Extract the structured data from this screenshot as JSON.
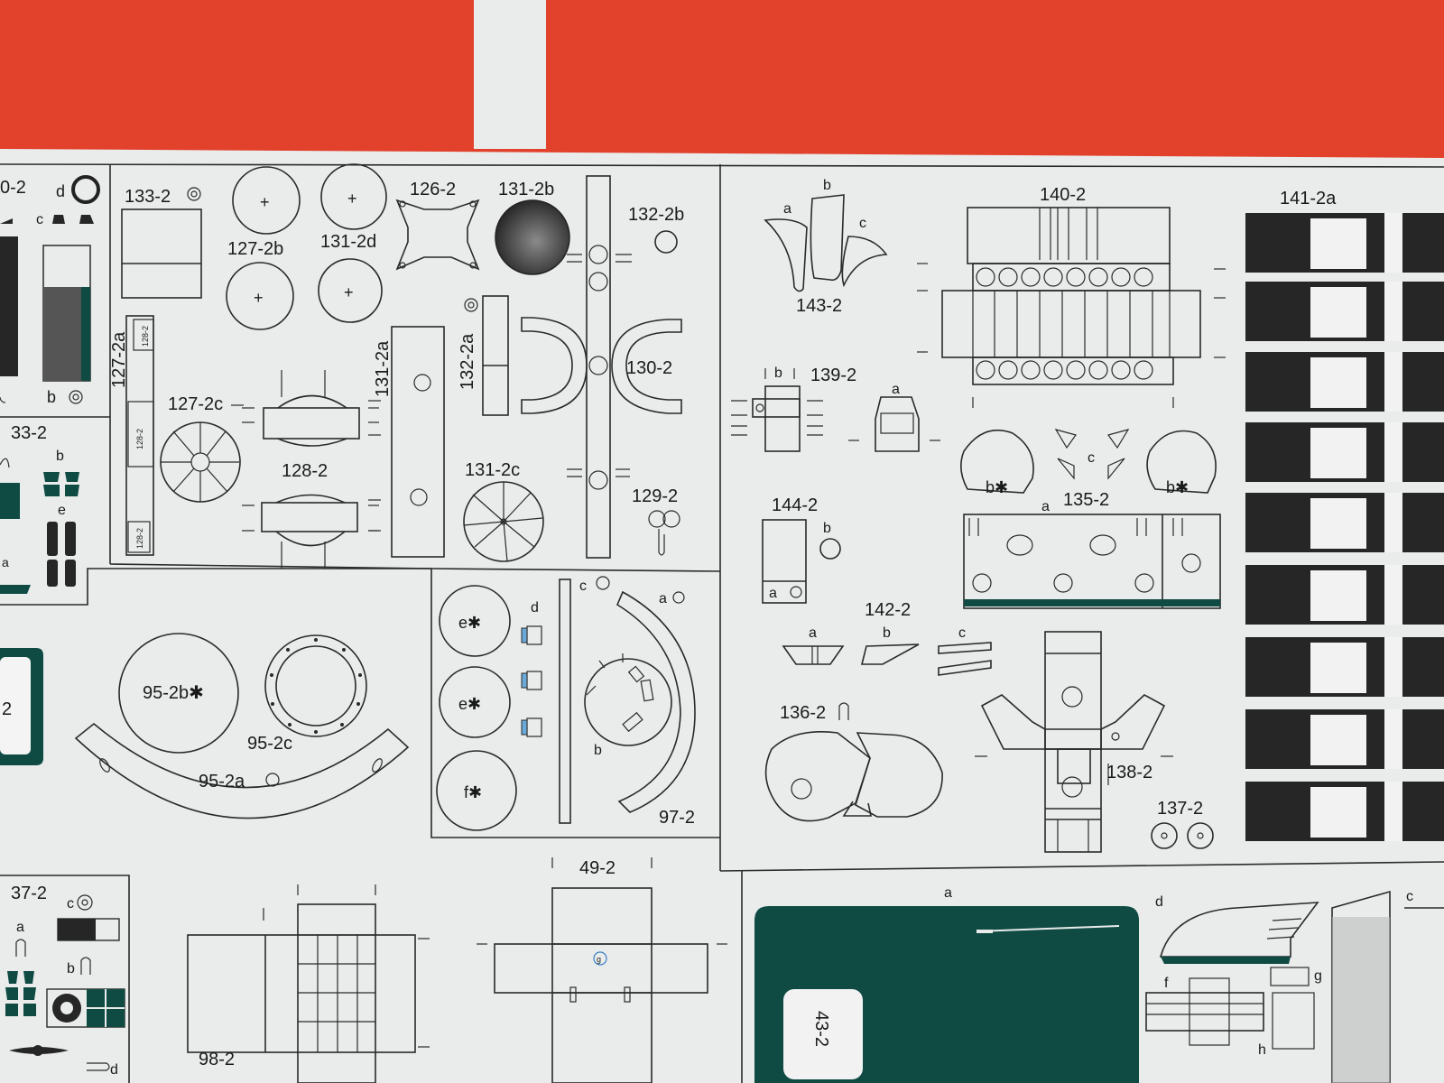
{
  "colors": {
    "background": "#e2412c",
    "paper": "#e9eceb",
    "ink": "#2a2a2a",
    "teal": "#0f4b43",
    "dark": "#262626",
    "blue": "#3a7fc4"
  },
  "labels": {
    "l0_2": "0-2",
    "d_top": "d",
    "c_top": "c",
    "b_spiral": "b",
    "l33_2": "33-2",
    "b_33": "b",
    "e_33": "e",
    "a_33": "a",
    "l133_2": "133-2",
    "l127_2b": "127-2b",
    "l131_2d": "131-2d",
    "l126_2": "126-2",
    "l131_2b": "131-2b",
    "l132_2b": "132-2b",
    "l127_2a": "127-2a",
    "l128_2_small1": "128-2",
    "l128_2_small2": "128-2",
    "l128_2_small3": "128-2",
    "l127_2c": "127-2c",
    "l128_2": "128-2",
    "l131_2a": "131-2a",
    "l132_2a": "132-2a",
    "l130_2": "130-2",
    "l131_2c": "131-2c",
    "l129_2": "129-2",
    "l143_2": "143-2",
    "a_143": "a",
    "b_143": "b",
    "c_143": "c",
    "l140_2": "140-2",
    "l141_2a": "141-2a",
    "l139_2": "139-2",
    "b_139": "b",
    "a_139": "a",
    "l144_2": "144-2",
    "b_144": "b",
    "a_144": "a",
    "c_135": "c",
    "b_star1": "b✱",
    "b_star2": "b✱",
    "a_135": "a",
    "l135_2": "135-2",
    "l142_2": "142-2",
    "a_142": "a",
    "b_142": "b",
    "c_142": "c",
    "l136_2": "136-2",
    "l138_2": "138-2",
    "l137_2": "137-2",
    "l95_2b": "95-2b✱",
    "l95_2c": "95-2c",
    "l95_2a": "95-2a",
    "e1": "e✱",
    "e2": "e✱",
    "f1": "f✱",
    "d_97": "d",
    "c_97": "c",
    "a_97": "a",
    "b_97": "b",
    "l97_2": "97-2",
    "l37_2": "37-2",
    "c_37": "c",
    "a_37": "a",
    "b_37": "b",
    "d_37": "d",
    "l98_2": "98-2",
    "l49_2": "49-2",
    "g_49": "g",
    "a_43": "a",
    "l43_2": "43-2",
    "d_43": "d",
    "f_43": "f",
    "g_43": "g",
    "h_43": "h",
    "c_43": "c",
    "left_2": "2"
  }
}
